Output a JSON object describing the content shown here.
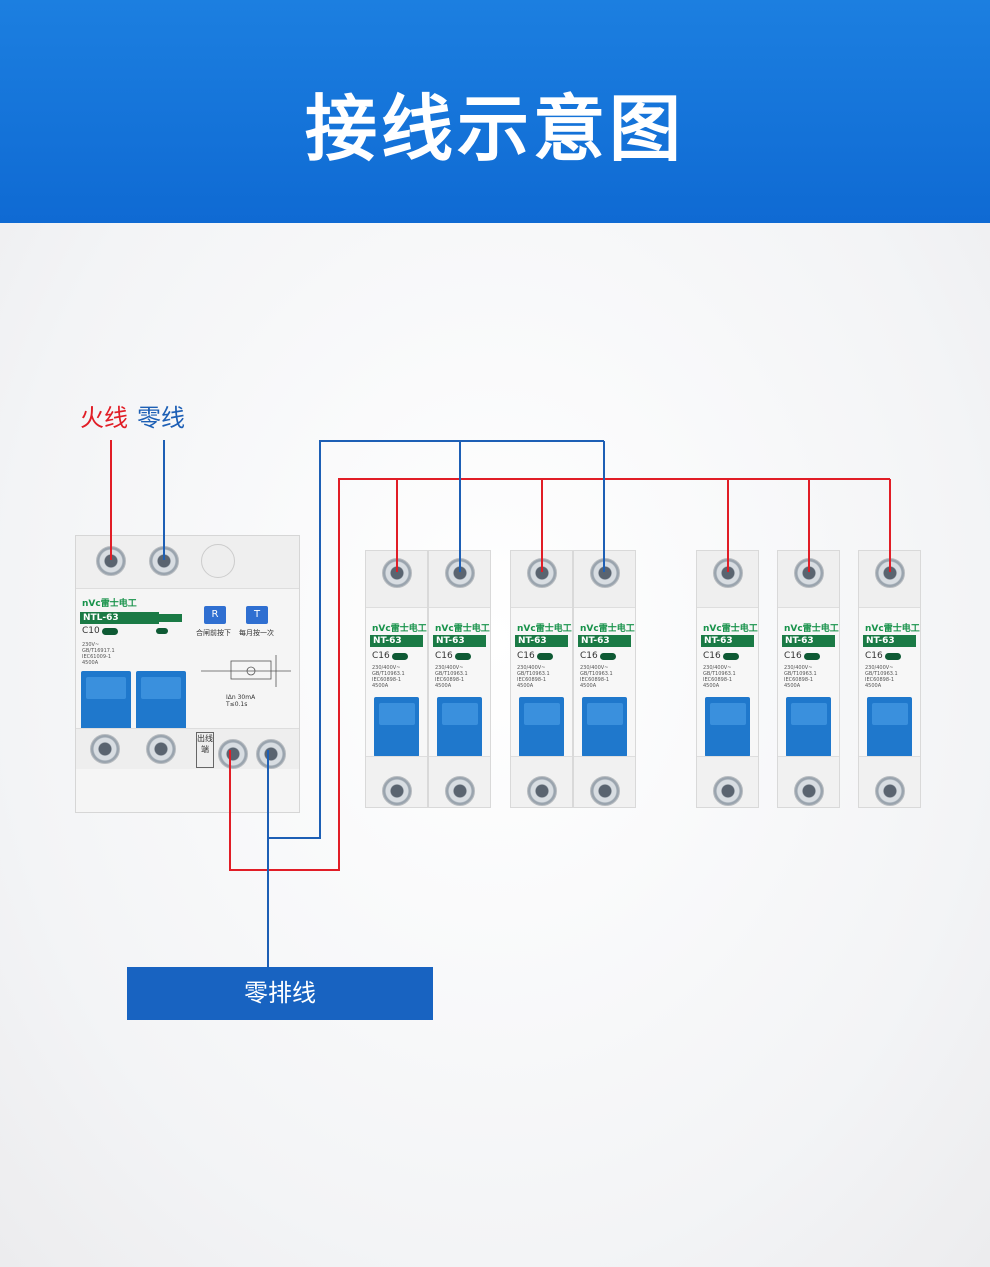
{
  "title": "接线示意图",
  "legend": {
    "live": "火线",
    "neutral": "零线"
  },
  "busbar": "零排线",
  "colors": {
    "header_blue": "#1a78dd",
    "live_wire": "#e11d26",
    "neutral_wire": "#1d5fb5",
    "handle_blue": "#1f78cc",
    "model_green": "#1a7a45"
  },
  "rcd": {
    "brand": "nVc雷士电工",
    "model": "NTL-63",
    "rating": "C10",
    "spec": [
      "230V~",
      "GB/T16917.1",
      "IEC61009-1",
      "4500A"
    ],
    "button_r": "R",
    "button_t": "T",
    "button_r_label": "合闸前按下",
    "button_t_label": "每月按一次",
    "outlet_label": "出线端",
    "trip_spec": [
      "IΔn 30mA",
      "T≤0.1s"
    ]
  },
  "breakers": [
    {
      "brand": "nVc雷士电工",
      "model": "NT-63",
      "rating": "C16",
      "spec": [
        "230/400V~",
        "GB/T10963.1",
        "IEC60898-1",
        "4500A"
      ]
    },
    {
      "brand": "nVc雷士电工",
      "model": "NT-63",
      "rating": "C16",
      "spec": [
        "230/400V~",
        "GB/T10963.1",
        "IEC60898-1",
        "4500A"
      ]
    },
    {
      "brand": "nVc雷士电工",
      "model": "NT-63",
      "rating": "C16",
      "spec": [
        "230/400V~",
        "GB/T10963.1",
        "IEC60898-1",
        "4500A"
      ]
    },
    {
      "brand": "nVc雷士电工",
      "model": "NT-63",
      "rating": "C16",
      "spec": [
        "230/400V~",
        "GB/T10963.1",
        "IEC60898-1",
        "4500A"
      ]
    },
    {
      "brand": "nVc雷士电工",
      "model": "NT-63",
      "rating": "C16",
      "spec": [
        "230/400V~",
        "GB/T10963.1",
        "IEC60898-1",
        "4500A"
      ]
    },
    {
      "brand": "nVc雷士电工",
      "model": "NT-63",
      "rating": "C16",
      "spec": [
        "230/400V~",
        "GB/T10963.1",
        "IEC60898-1",
        "4500A"
      ]
    },
    {
      "brand": "nVc雷士电工",
      "model": "NT-63",
      "rating": "C16",
      "spec": [
        "230/400V~",
        "GB/T10963.1",
        "IEC60898-1",
        "4500A"
      ]
    }
  ]
}
